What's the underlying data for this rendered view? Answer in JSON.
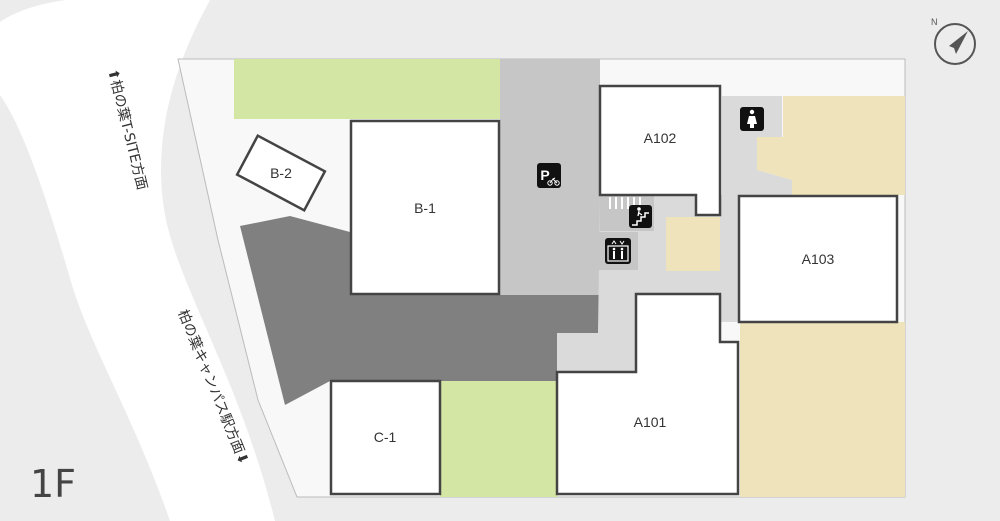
{
  "floor": {
    "label": "1F"
  },
  "compass": {
    "north_label": "N",
    "icon": "compass-north-icon"
  },
  "roads": {
    "to_tsite": "⬆柏の葉T-SITE方面",
    "to_station": "柏の葉キャンパス駅方面⬇"
  },
  "units": {
    "a101": "A101",
    "a102": "A102",
    "a103": "A103",
    "b1": "B-1",
    "b2": "B-2",
    "c1": "C-1"
  },
  "facilities": [
    {
      "icon": "bicycle-parking-icon"
    },
    {
      "icon": "restroom-icon"
    },
    {
      "icon": "stairs-icon"
    },
    {
      "icon": "elevator-icon"
    }
  ],
  "colors": {
    "background": "#ececec",
    "road": "#ffffff",
    "site": "#f8f8f8",
    "parking_area": "#808080",
    "bicycle_parking": "#c6c6c6",
    "corridor": "#dadada",
    "greenery": "#d4e6a4",
    "tenant_space": "#efe3bc",
    "unit_fill": "#ffffff",
    "unit_border": "#444444"
  }
}
